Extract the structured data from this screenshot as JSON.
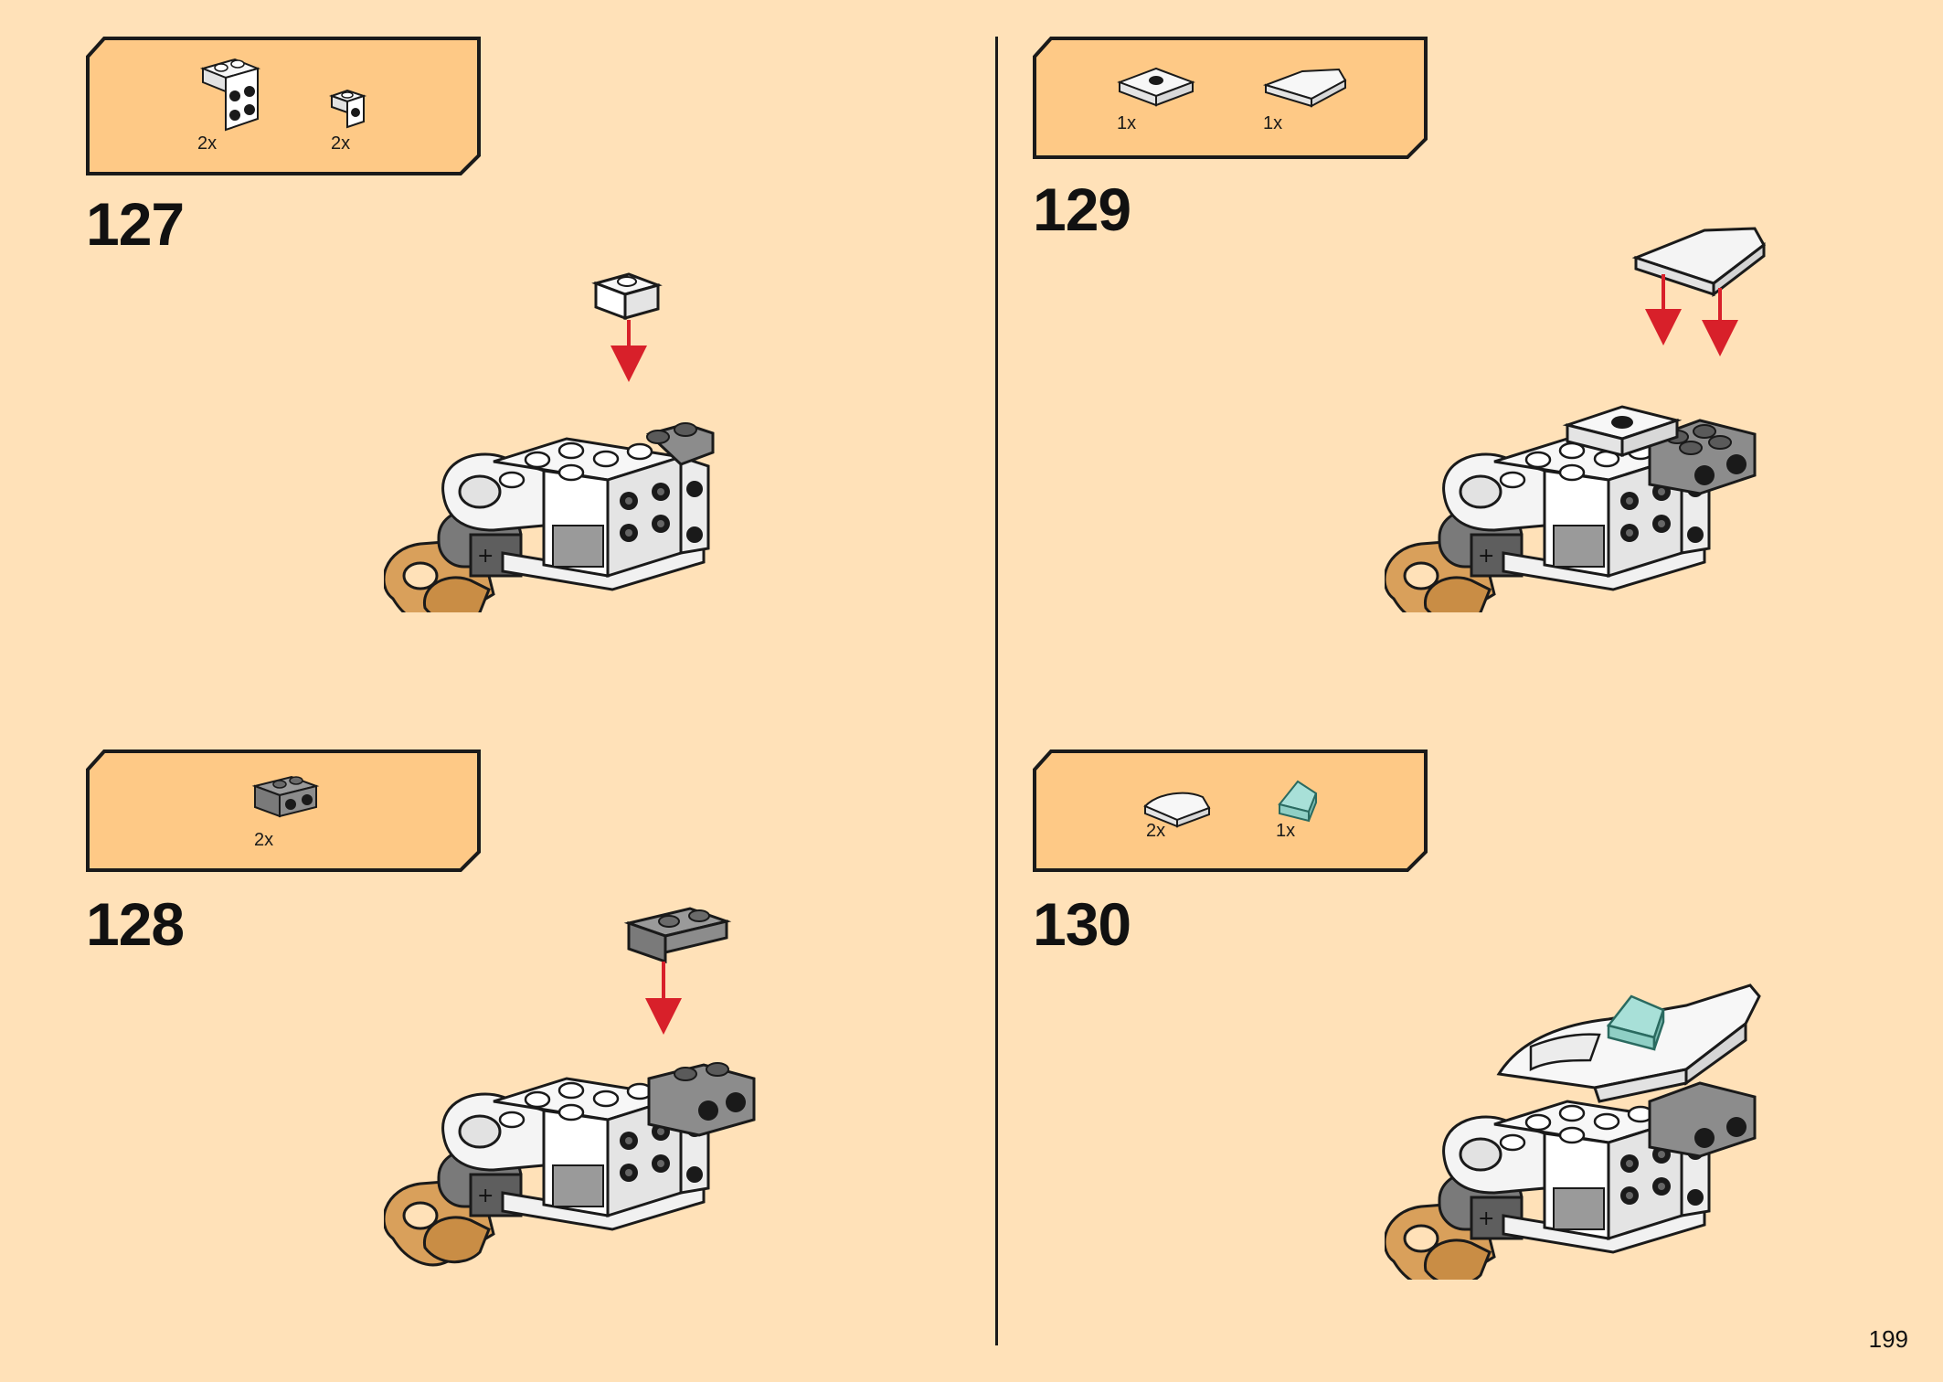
{
  "page_number": "199",
  "colors": {
    "page_bg": "#ffe1b8",
    "parts_box_bg": "#fec986",
    "outline": "#1a1a1a",
    "arrow": "#d8202a",
    "tan_part": "#d9a05b",
    "dark_gray_part": "#8c8c8c",
    "trans_clear_part": "#a8e0d8"
  },
  "steps": [
    {
      "number": "127",
      "parts": [
        {
          "icon": "white-bracket-2x2-icon",
          "qty": "2x"
        },
        {
          "icon": "white-bracket-1x1-icon",
          "qty": "2x"
        }
      ]
    },
    {
      "number": "128",
      "parts": [
        {
          "icon": "dark-gray-bracket-1x2-icon",
          "qty": "2x"
        }
      ]
    },
    {
      "number": "129",
      "parts": [
        {
          "icon": "white-tile-2x2-jumper-icon",
          "qty": "1x"
        },
        {
          "icon": "white-wedge-plate-icon",
          "qty": "1x"
        }
      ]
    },
    {
      "number": "130",
      "parts": [
        {
          "icon": "white-curved-slope-icon",
          "qty": "2x"
        },
        {
          "icon": "trans-clear-slope-icon",
          "qty": "1x"
        }
      ]
    }
  ]
}
